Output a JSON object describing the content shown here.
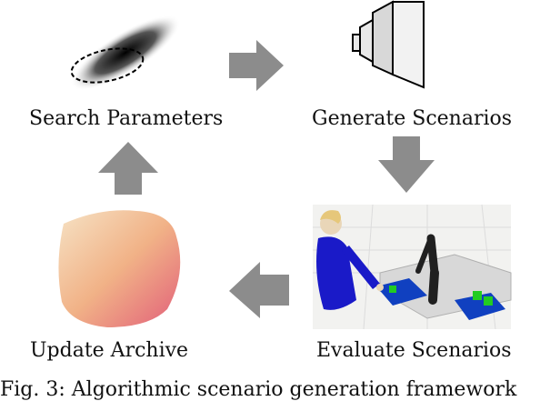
{
  "steps": {
    "search": "Search Parameters",
    "generate": "Generate Scenarios",
    "evaluate": "Evaluate Scenarios",
    "update": "Update Archive"
  },
  "caption": "Fig. 3: Algorithmic scenario generation framework",
  "colors": {
    "arrow": "#8c8c8c",
    "text": "#111111",
    "human": "#1a1ac8",
    "robot": "#202020",
    "archive_low": "#f5d6a8",
    "archive_high": "#e7607a"
  },
  "icons": {
    "search": "gaussian-ellipse-icon",
    "generate": "generator-funnel-icon",
    "evaluate": "simulation-scene-icon",
    "update": "archive-heatmap-icon"
  }
}
